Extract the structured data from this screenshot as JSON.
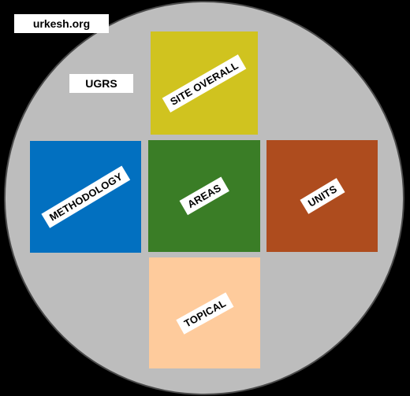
{
  "header": {
    "site_label": "urkesh.org",
    "section_label": "UGRS"
  },
  "tiles": [
    {
      "id": "site-overall",
      "label": "SITE OVERALL",
      "color": "#d0c31f"
    },
    {
      "id": "methodology",
      "label": "METHODOLOGY",
      "color": "#0270c0"
    },
    {
      "id": "areas",
      "label": "AREAS",
      "color": "#3a7d26"
    },
    {
      "id": "units",
      "label": "UNITS",
      "color": "#ae4c1e"
    },
    {
      "id": "topical",
      "label": "TOPICAL",
      "color": "#fecb9c"
    }
  ],
  "colors": {
    "background": "#000000",
    "circle": "#bdbdbd",
    "label_bg": "#ffffff"
  }
}
